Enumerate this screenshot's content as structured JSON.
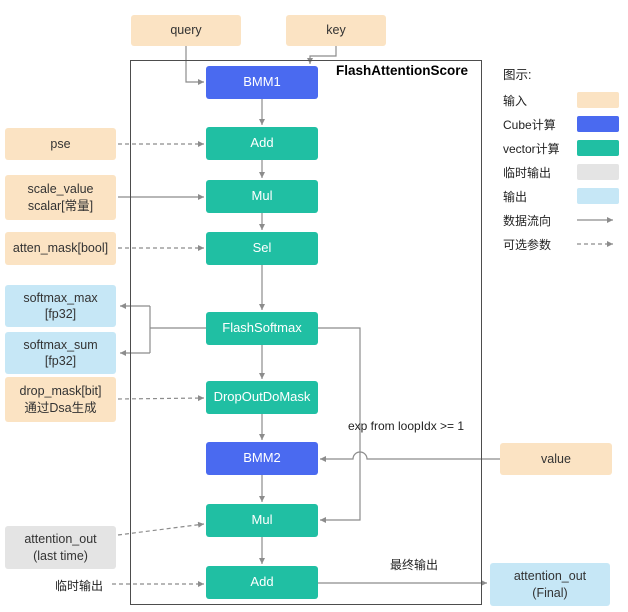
{
  "title": "FlashAttentionScore",
  "top_inputs": {
    "query": "query",
    "key": "key"
  },
  "pipeline": {
    "bmm1": "BMM1",
    "add1": "Add",
    "mul1": "Mul",
    "sel": "Sel",
    "flash_softmax": "FlashSoftmax",
    "dropout_do_mask": "DropOutDoMask",
    "bmm2": "BMM2",
    "mul2": "Mul",
    "add2": "Add"
  },
  "left_inputs": {
    "pse": "pse",
    "scale_value": {
      "line1": "scale_value",
      "line2": "scalar[常量]"
    },
    "atten_mask": "atten_mask[bool]",
    "drop_mask": {
      "line1": "drop_mask[bit]",
      "line2": "通过Dsa生成"
    }
  },
  "right_inputs": {
    "value": "value"
  },
  "outputs": {
    "softmax_max": {
      "line1": "softmax_max",
      "line2": "[fp32]"
    },
    "softmax_sum": {
      "line1": "softmax_sum",
      "line2": "[fp32]"
    },
    "attention_out_last": {
      "line1": "attention_out",
      "line2": "(last time)"
    },
    "attention_out_final": {
      "line1": "attention_out",
      "line2": "(Final)"
    }
  },
  "annotations": {
    "exp": "exp from loopIdx >= 1",
    "final_output": "最终输出",
    "temp_output": "临时输出"
  },
  "legend": {
    "title": "图示:",
    "items": [
      {
        "label": "输入",
        "color": "#FBE3C3"
      },
      {
        "label": "Cube计算",
        "color": "#4A6AF0"
      },
      {
        "label": "vector计算",
        "color": "#20BFA3"
      },
      {
        "label": "临时输出",
        "color": "#E4E4E4"
      },
      {
        "label": "输出",
        "color": "#C6E7F6"
      },
      {
        "label": "数据流向",
        "symbol": "solid-arrow"
      },
      {
        "label": "可选参数",
        "symbol": "dashed-arrow"
      }
    ]
  },
  "colors": {
    "input": "#FBE3C3",
    "cube": "#4A6AF0",
    "vector": "#20BFA3",
    "temp_output": "#E4E4E4",
    "output": "#C6E7F6",
    "edge": "#8C8C8C"
  }
}
